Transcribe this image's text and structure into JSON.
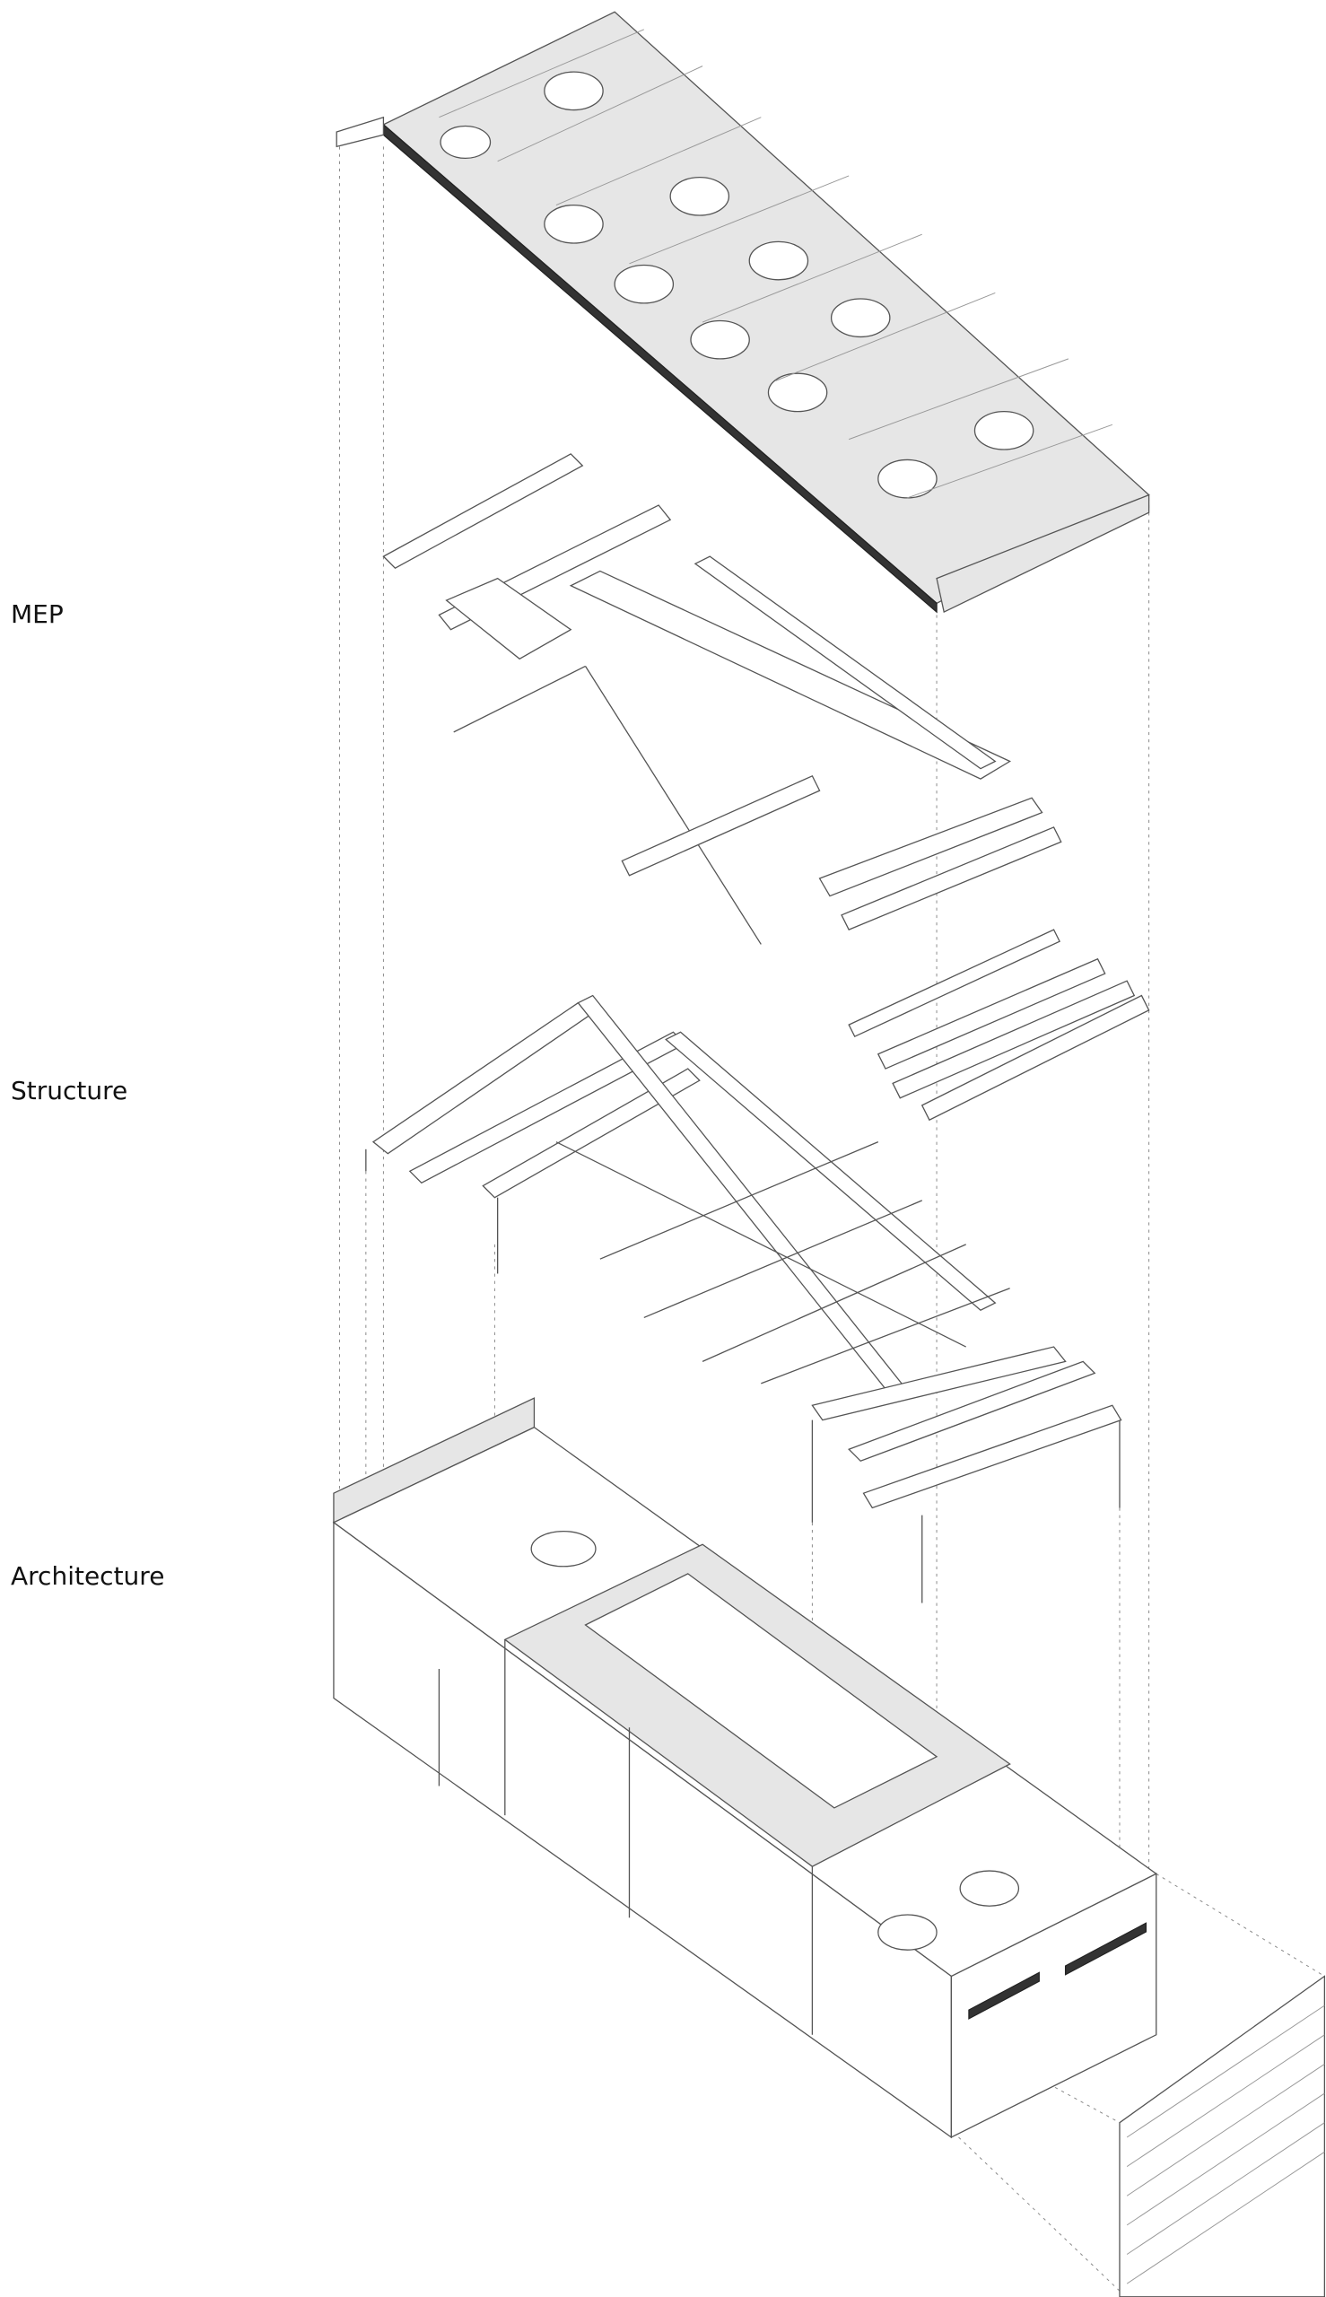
{
  "layers": [
    {
      "label": "MEP"
    },
    {
      "label": "Structure"
    },
    {
      "label": "Architecture"
    }
  ]
}
